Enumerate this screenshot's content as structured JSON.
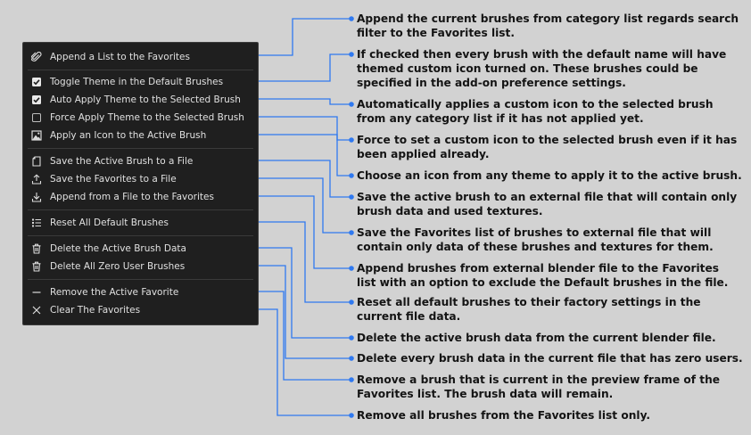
{
  "menu": {
    "items": [
      {
        "label": "Append a List to the Favorites",
        "icon": "paperclip-icon"
      },
      {
        "label": "Toggle Theme in the Default Brushes",
        "icon": "checkbox-checked-icon"
      },
      {
        "label": "Auto Apply Theme to the Selected Brush",
        "icon": "checkbox-checked-icon"
      },
      {
        "label": "Force Apply Theme to the Selected Brush",
        "icon": "checkbox-empty-icon"
      },
      {
        "label": "Apply an Icon to the Active Brush",
        "icon": "image-icon"
      },
      {
        "label": "Save the Active Brush to a File",
        "icon": "file-icon"
      },
      {
        "label": "Save the Favorites to a File",
        "icon": "export-icon"
      },
      {
        "label": "Append from a File to the Favorites",
        "icon": "import-icon"
      },
      {
        "label": "Reset All Default Brushes",
        "icon": "list-reset-icon"
      },
      {
        "label": "Delete the Active Brush Data",
        "icon": "trash-icon"
      },
      {
        "label": "Delete All Zero User Brushes",
        "icon": "trash-icon"
      },
      {
        "label": "Remove the Active Favorite",
        "icon": "minus-icon"
      },
      {
        "label": "Clear The Favorites",
        "icon": "x-icon"
      }
    ]
  },
  "annotations": [
    {
      "text": "Append the current brushes from category list regards search\nfilter to the Favorites list."
    },
    {
      "text": "If checked then every brush with the default name will have\nthemed custom icon turned on. These brushes could be\nspecified in the add-on preference settings."
    },
    {
      "text": "Automatically applies a custom icon to the selected brush\nfrom any category list if it has not applied yet."
    },
    {
      "text": "Force to set a custom icon to the selected brush even if it has\nbeen applied already."
    },
    {
      "text": "Choose an icon from any theme to apply it to the active brush."
    },
    {
      "text": "Save the active brush to an external file that will contain only\nbrush data and used textures."
    },
    {
      "text": "Save the Favorites list of brushes to external file that will\ncontain only data of these brushes and textures for them."
    },
    {
      "text": "Append brushes from external blender file to the Favorites\nlist with an option to exclude the Default brushes in the file."
    },
    {
      "text": "Reset all default brushes to their factory settings in the\ncurrent file data."
    },
    {
      "text": "Delete the active brush data from the current blender file."
    },
    {
      "text": "Delete every brush data in the current file that has zero users."
    },
    {
      "text": "Remove a brush that is current in the preview frame of the\nFavorites list. The brush data will remain."
    },
    {
      "text": "Remove all brushes from the Favorites list only."
    }
  ],
  "colors": {
    "background": "#d2d2d2",
    "menu_background": "#1f1f1f",
    "menu_text": "#e0e0e0",
    "connector": "#2f79f0",
    "annotation_text": "#141414"
  }
}
